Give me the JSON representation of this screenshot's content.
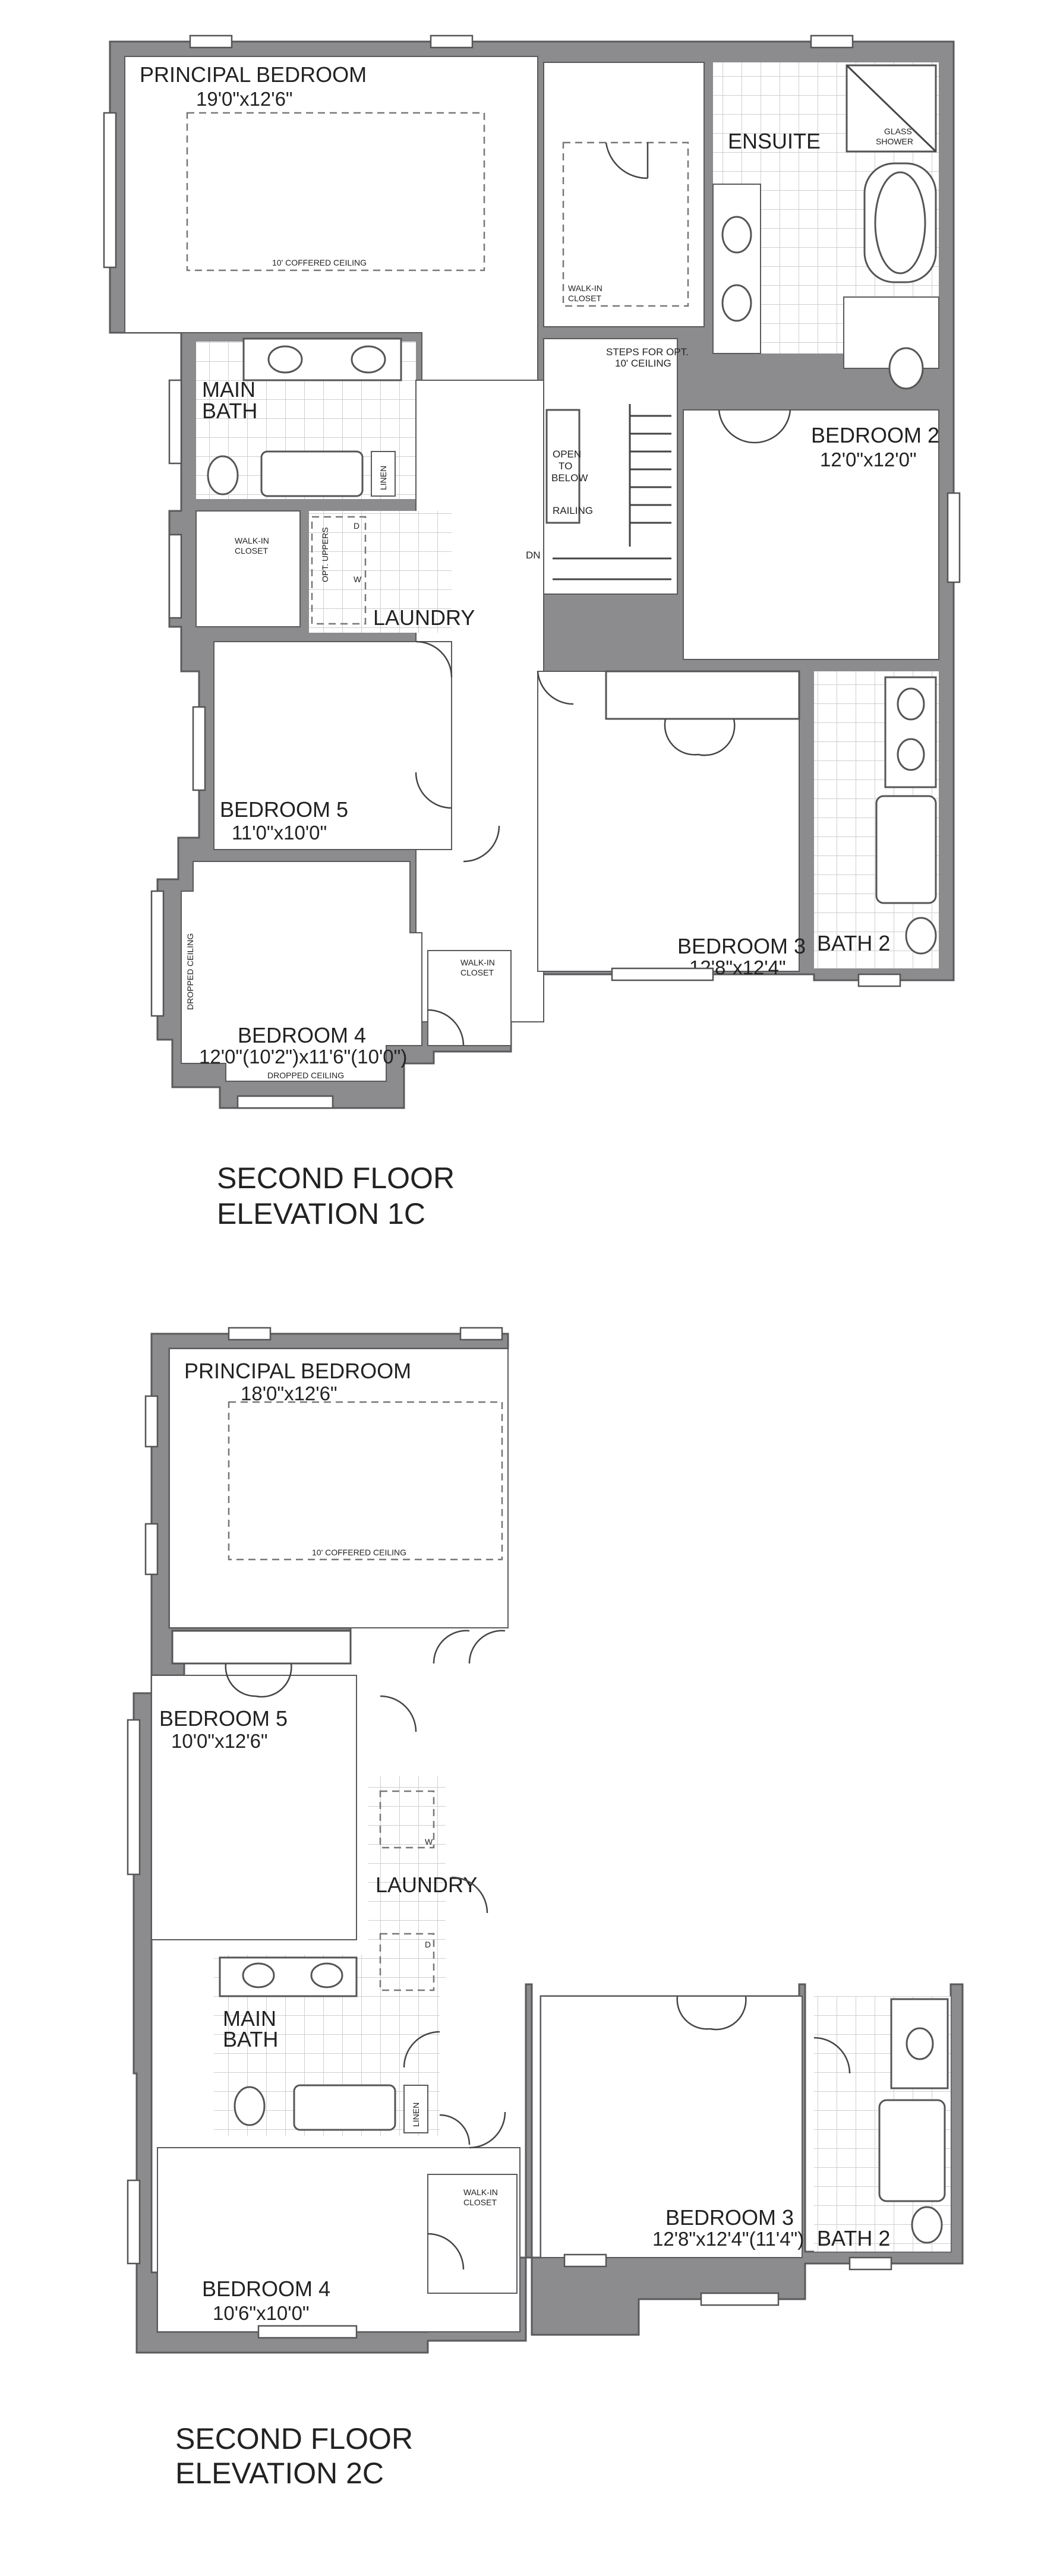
{
  "plans": [
    {
      "caption_line1": "SECOND FLOOR",
      "caption_line2": "ELEVATION 1C",
      "rooms": {
        "principal_name": "PRINCIPAL BEDROOM",
        "principal_dim": "19'0\"x12'6\"",
        "coffered": "10' COFFERED CEILING",
        "ensuite": "ENSUITE",
        "glass_shower_1": "GLASS",
        "glass_shower_2": "SHOWER",
        "walkin_1": "WALK-IN",
        "walkin_2": "CLOSET",
        "main_bath_1": "MAIN",
        "main_bath_2": "BATH",
        "linen": "LINEN",
        "steps_1": "STEPS FOR OPT.",
        "steps_2": "10' CEILING",
        "open_1": "OPEN",
        "open_2": "TO",
        "open_3": "BELOW",
        "railing": "RAILING",
        "dn": "DN",
        "bedroom2_name": "BEDROOM 2",
        "bedroom2_dim": "12'0\"x12'0\"",
        "laundry": "LAUNDRY",
        "opt_uppers": "OPT. UPPERS",
        "d": "D",
        "w": "W",
        "bedroom5_name": "BEDROOM 5",
        "bedroom5_dim": "11'0\"x10'0\"",
        "bedroom3_name": "BEDROOM 3",
        "bedroom3_dim": "12'8\"x12'4\"",
        "bath2": "BATH 2",
        "bedroom4_name": "BEDROOM 4",
        "bedroom4_dim": "12'0\"(10'2\")x11'6\"(10'0\")",
        "dropped_ceiling": "DROPPED CEILING"
      }
    },
    {
      "caption_line1": "SECOND FLOOR",
      "caption_line2": "ELEVATION 2C",
      "rooms": {
        "principal_name": "PRINCIPAL BEDROOM",
        "principal_dim": "18'0\"x12'6\"",
        "coffered": "10' COFFERED CEILING",
        "bedroom5_name": "BEDROOM 5",
        "bedroom5_dim": "10'0\"x12'6\"",
        "laundry": "LAUNDRY",
        "w": "W",
        "d": "D",
        "main_bath_1": "MAIN",
        "main_bath_2": "BATH",
        "linen": "LINEN",
        "bedroom3_name": "BEDROOM 3",
        "bedroom3_dim": "12'8\"x12'4\"(11'4\")",
        "bath2": "BATH 2",
        "walkin_1": "WALK-IN",
        "walkin_2": "CLOSET",
        "bedroom4_name": "BEDROOM 4",
        "bedroom4_dim": "10'6\"x10'0\""
      }
    }
  ]
}
